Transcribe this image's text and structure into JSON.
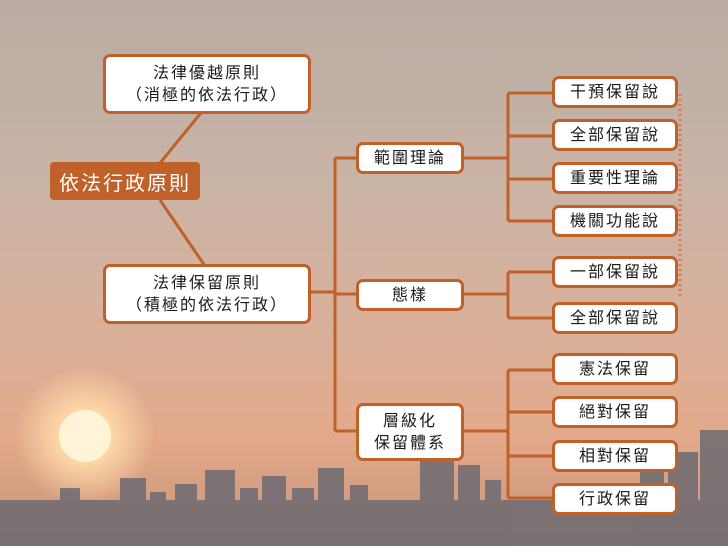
{
  "root": {
    "label": "依法行政原則"
  },
  "principle_superiority": {
    "line1": "法律優越原則",
    "line2": "（消極的依法行政）"
  },
  "principle_reservation": {
    "line1": "法律保留原則",
    "line2": "（積極的依法行政）"
  },
  "categories": [
    {
      "line1": "範圍理論",
      "line2": ""
    },
    {
      "line1": "態樣",
      "line2": ""
    },
    {
      "line1": "層級化",
      "line2": "保留體系"
    }
  ],
  "scope_theories": [
    "干預保留說",
    "全部保留說",
    "重要性理論",
    "機關功能說"
  ],
  "forms": [
    "一部保留說",
    "全部保留說"
  ],
  "tiers": [
    "憲法保留",
    "絕對保留",
    "相對保留",
    "行政保留"
  ],
  "colors": {
    "accent": "#c0612a",
    "box_fill": "#ffffff",
    "dotted_bracket": "#e07850"
  }
}
